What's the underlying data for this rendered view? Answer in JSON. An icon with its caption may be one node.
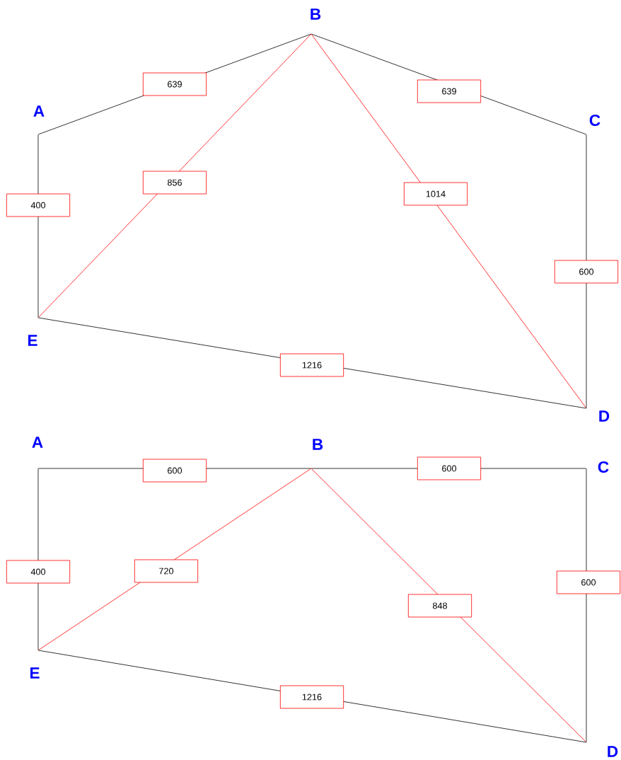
{
  "diagram": {
    "nodes": [
      {
        "text": [
          "A"
        ]
      },
      {
        "text": [
          "B"
        ]
      },
      {
        "text": [
          "C"
        ]
      },
      {
        "text": [
          "D"
        ]
      },
      {
        "text": [
          "E"
        ]
      },
      {
        "text": [
          "A"
        ]
      },
      {
        "text": [
          "B"
        ]
      },
      {
        "text": [
          "C"
        ]
      },
      {
        "text": [
          "D"
        ]
      },
      {
        "text": [
          "E"
        ]
      }
    ],
    "edges": [
      {
        "from": 0,
        "to": 1,
        "arrow": "none",
        "label": "639"
      },
      {
        "from": 1,
        "to": 2,
        "arrow": "none",
        "label": "639"
      },
      {
        "from": 0,
        "to": 4,
        "arrow": "none",
        "label": "400"
      },
      {
        "from": 1,
        "to": 4,
        "arrow": "none",
        "label": "856",
        "color": "#ff0000"
      },
      {
        "from": 1,
        "to": 3,
        "arrow": "none",
        "label": "1014",
        "color": "#ff0000"
      },
      {
        "from": 2,
        "to": 3,
        "arrow": "none",
        "label": "600"
      },
      {
        "from": 4,
        "to": 3,
        "arrow": "none",
        "label": "1216"
      },
      {
        "from": 5,
        "to": 6,
        "arrow": "none",
        "label": "600"
      },
      {
        "from": 6,
        "to": 7,
        "arrow": "none",
        "label": "600"
      },
      {
        "from": 5,
        "to": 9,
        "arrow": "none",
        "label": "400"
      },
      {
        "from": 6,
        "to": 9,
        "arrow": "none",
        "label": "720",
        "color": "#ff0000"
      },
      {
        "from": 6,
        "to": 8,
        "arrow": "none",
        "label": "848",
        "color": "#ff0000"
      },
      {
        "from": 7,
        "to": 8,
        "arrow": "none",
        "label": "600"
      },
      {
        "from": 9,
        "to": 8,
        "arrow": "none",
        "label": "1216"
      }
    ]
  }
}
